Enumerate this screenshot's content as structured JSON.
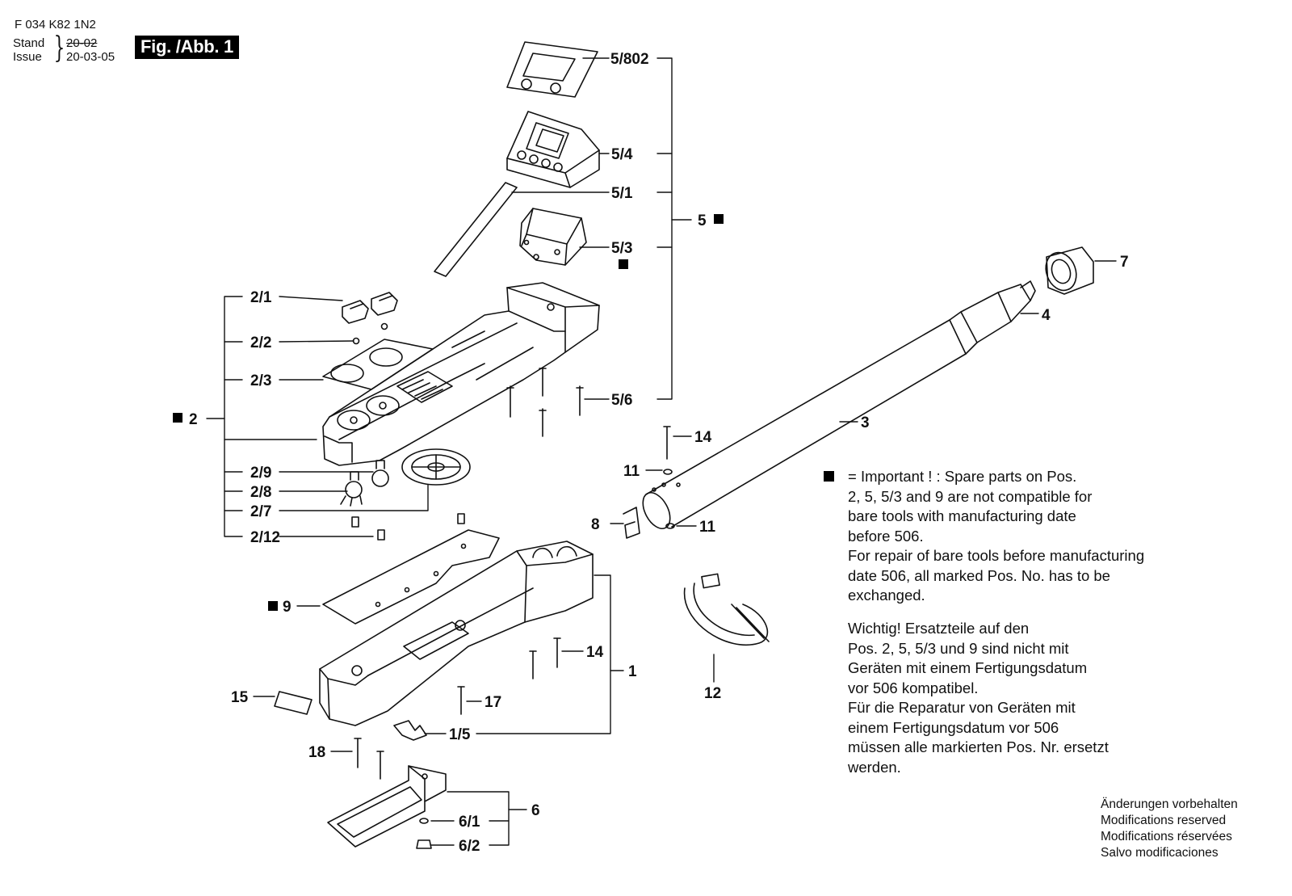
{
  "header": {
    "code": "F 034 K82 1N2",
    "stand_label": "Stand",
    "issue_label": "Issue",
    "stand_value": "20-02",
    "issue_value": "20-03-05",
    "figure": "Fig. /Abb. 1"
  },
  "labels": {
    "p5_802": "5/802",
    "p5_4": "5/4",
    "p5_1": "5/1",
    "p5": "5",
    "p5_3": "5/3",
    "p7": "7",
    "p4": "4",
    "p2_1": "2/1",
    "p2_2": "2/2",
    "p2_3": "2/3",
    "p2": "2",
    "p5_6": "5/6",
    "p3": "3",
    "p14a": "14",
    "p11a": "11",
    "p2_9": "2/9",
    "p2_8": "2/8",
    "p2_7": "2/7",
    "p8": "8",
    "p11b": "11",
    "p2_12": "2/12",
    "p9": "9",
    "p14b": "14",
    "p1": "1",
    "p12": "12",
    "p15": "15",
    "p17": "17",
    "p1_5": "1/5",
    "p18": "18",
    "p6": "6",
    "p6_1": "6/1",
    "p6_2": "6/2"
  },
  "notes": {
    "english": [
      "= Important ! :  Spare parts on Pos.",
      "2, 5, 5/3 and 9 are not compatible for",
      "bare  tools with manufacturing date",
      "before 506.",
      "For repair of bare tools before manufacturing",
      "date 506, all marked Pos. No. has to be",
      "exchanged."
    ],
    "german": [
      "Wichtig! Ersatzteile auf den",
      "Pos. 2, 5, 5/3 und 9 sind nicht mit",
      "Geräten mit einem Fertigungsdatum",
      "vor 506 kompatibel.",
      "Für die Reparatur von Geräten mit",
      "einem Fertigungsdatum vor 506",
      "müssen alle markierten  Pos. Nr. ersetzt",
      "werden."
    ]
  },
  "modifications": [
    "Änderungen vorbehalten",
    "Modifications reserved",
    "Modifications réservées",
    "Salvo modificaciones"
  ]
}
